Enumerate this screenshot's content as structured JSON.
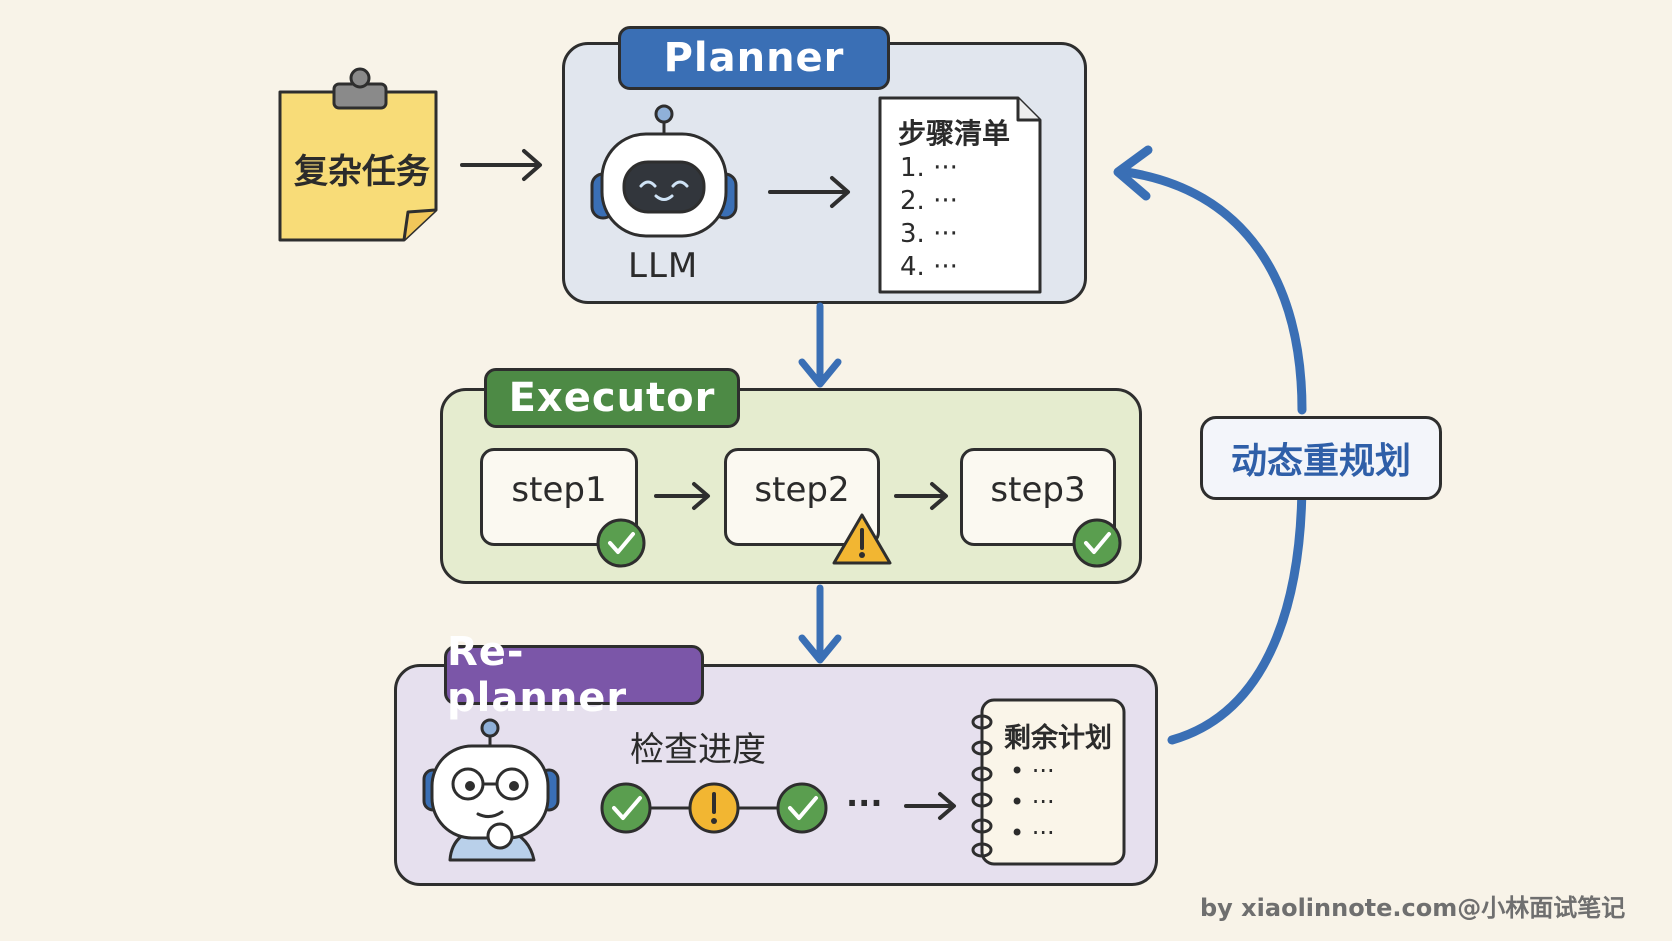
{
  "task": {
    "label": "复杂任务"
  },
  "planner": {
    "title": "Planner",
    "llm_label": "LLM",
    "doc_title": "步骤清单",
    "doc_items": [
      "1. ···",
      "2. ···",
      "3. ···",
      "4. ···"
    ]
  },
  "executor": {
    "title": "Executor",
    "steps": [
      {
        "label": "step1",
        "status": "check-icon"
      },
      {
        "label": "step2",
        "status": "warning-icon"
      },
      {
        "label": "step3",
        "status": "check-icon"
      }
    ]
  },
  "replanner": {
    "title": "Re-planner",
    "progress_label": "检查进度",
    "progress_ellipsis": "···",
    "notebook_title": "剩余计划",
    "notebook_items": [
      "• ···",
      "• ···",
      "• ···"
    ]
  },
  "feedback": {
    "label": "动态重规划"
  },
  "watermark": "by xiaolinnote.com@小林面试笔记",
  "colors": {
    "background": "#f8f3e8",
    "planner_fill": "#e1e6ee",
    "planner_tab": "#3a6fb5",
    "executor_fill": "#e5eccf",
    "executor_tab": "#4d8a45",
    "replanner_fill": "#e6e0ee",
    "replanner_tab": "#7b56a8",
    "arrow_blue": "#3a6fb5",
    "check_green": "#5a9e4f",
    "warning_yellow": "#f2b632",
    "note_yellow": "#f8dc78"
  }
}
